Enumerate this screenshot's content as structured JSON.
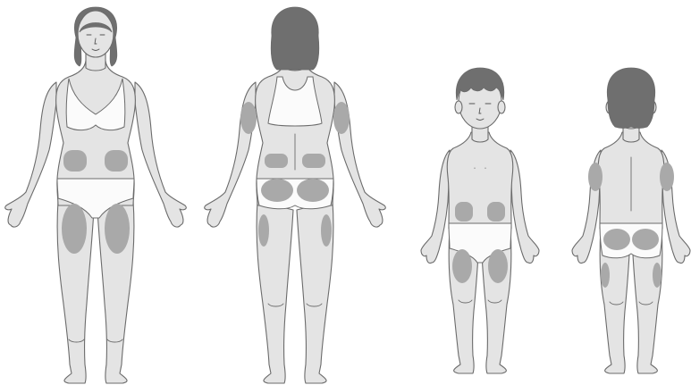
{
  "figures": [
    {
      "id": "woman-front",
      "view": "front",
      "injection_sites": [
        "abdomen-left",
        "abdomen-right",
        "thigh-left",
        "thigh-right"
      ]
    },
    {
      "id": "woman-back",
      "view": "back",
      "injection_sites": [
        "upper-arm-left",
        "upper-arm-right",
        "lower-back-left",
        "lower-back-right",
        "buttock-left",
        "buttock-right",
        "outer-thigh-left",
        "outer-thigh-right"
      ]
    },
    {
      "id": "child-front",
      "view": "front",
      "injection_sites": [
        "abdomen-left",
        "abdomen-right",
        "thigh-left",
        "thigh-right"
      ]
    },
    {
      "id": "child-back",
      "view": "back",
      "injection_sites": [
        "upper-arm-left",
        "upper-arm-right",
        "buttock-left",
        "buttock-right",
        "outer-thigh-left",
        "outer-thigh-right"
      ]
    }
  ],
  "colors": {
    "skin": "#e4e4e4",
    "outline": "#6b6b6b",
    "hair": "#6f6f6f",
    "cloth": "#fbfbfb",
    "site": "#a9a9a9",
    "background": "#ffffff"
  }
}
